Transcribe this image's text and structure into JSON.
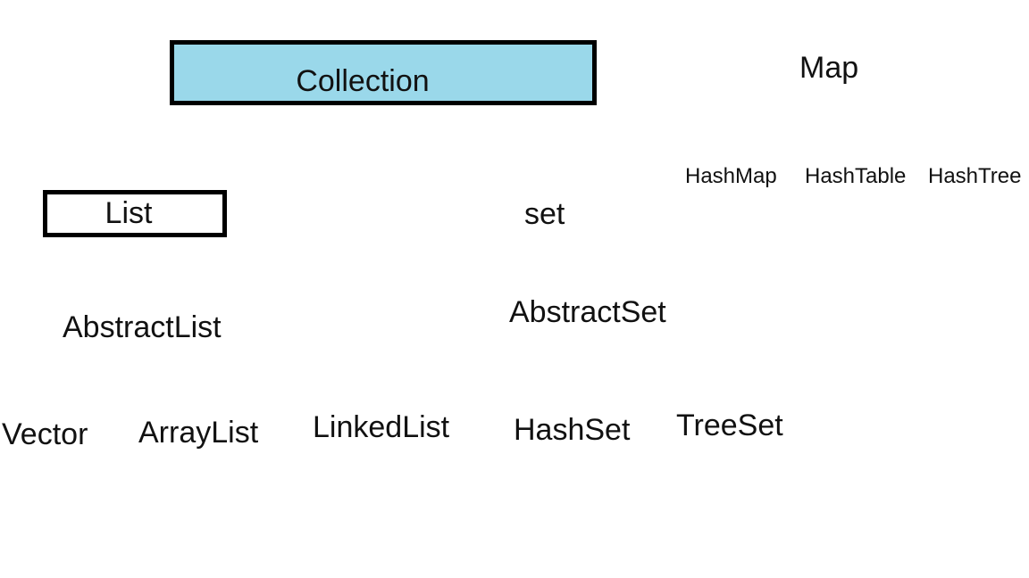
{
  "colors": {
    "background": "#ffffff",
    "collection_fill": "#9ad8ea",
    "box_border": "#000000",
    "text": "#111111"
  },
  "diagram": {
    "collection_label": "Collection",
    "map_label": "Map",
    "list_label": "List",
    "set_label": "set",
    "abstract_list_label": "AbstractList",
    "abstract_set_label": "AbstractSet",
    "map_impls": [
      {
        "label": "HashMap"
      },
      {
        "label": "HashTable"
      },
      {
        "label": "HashTree"
      }
    ],
    "list_impls": [
      {
        "label": "Vector"
      },
      {
        "label": "ArrayList"
      },
      {
        "label": "LinkedList"
      }
    ],
    "set_impls": [
      {
        "label": "HashSet"
      },
      {
        "label": "TreeSet"
      }
    ]
  }
}
